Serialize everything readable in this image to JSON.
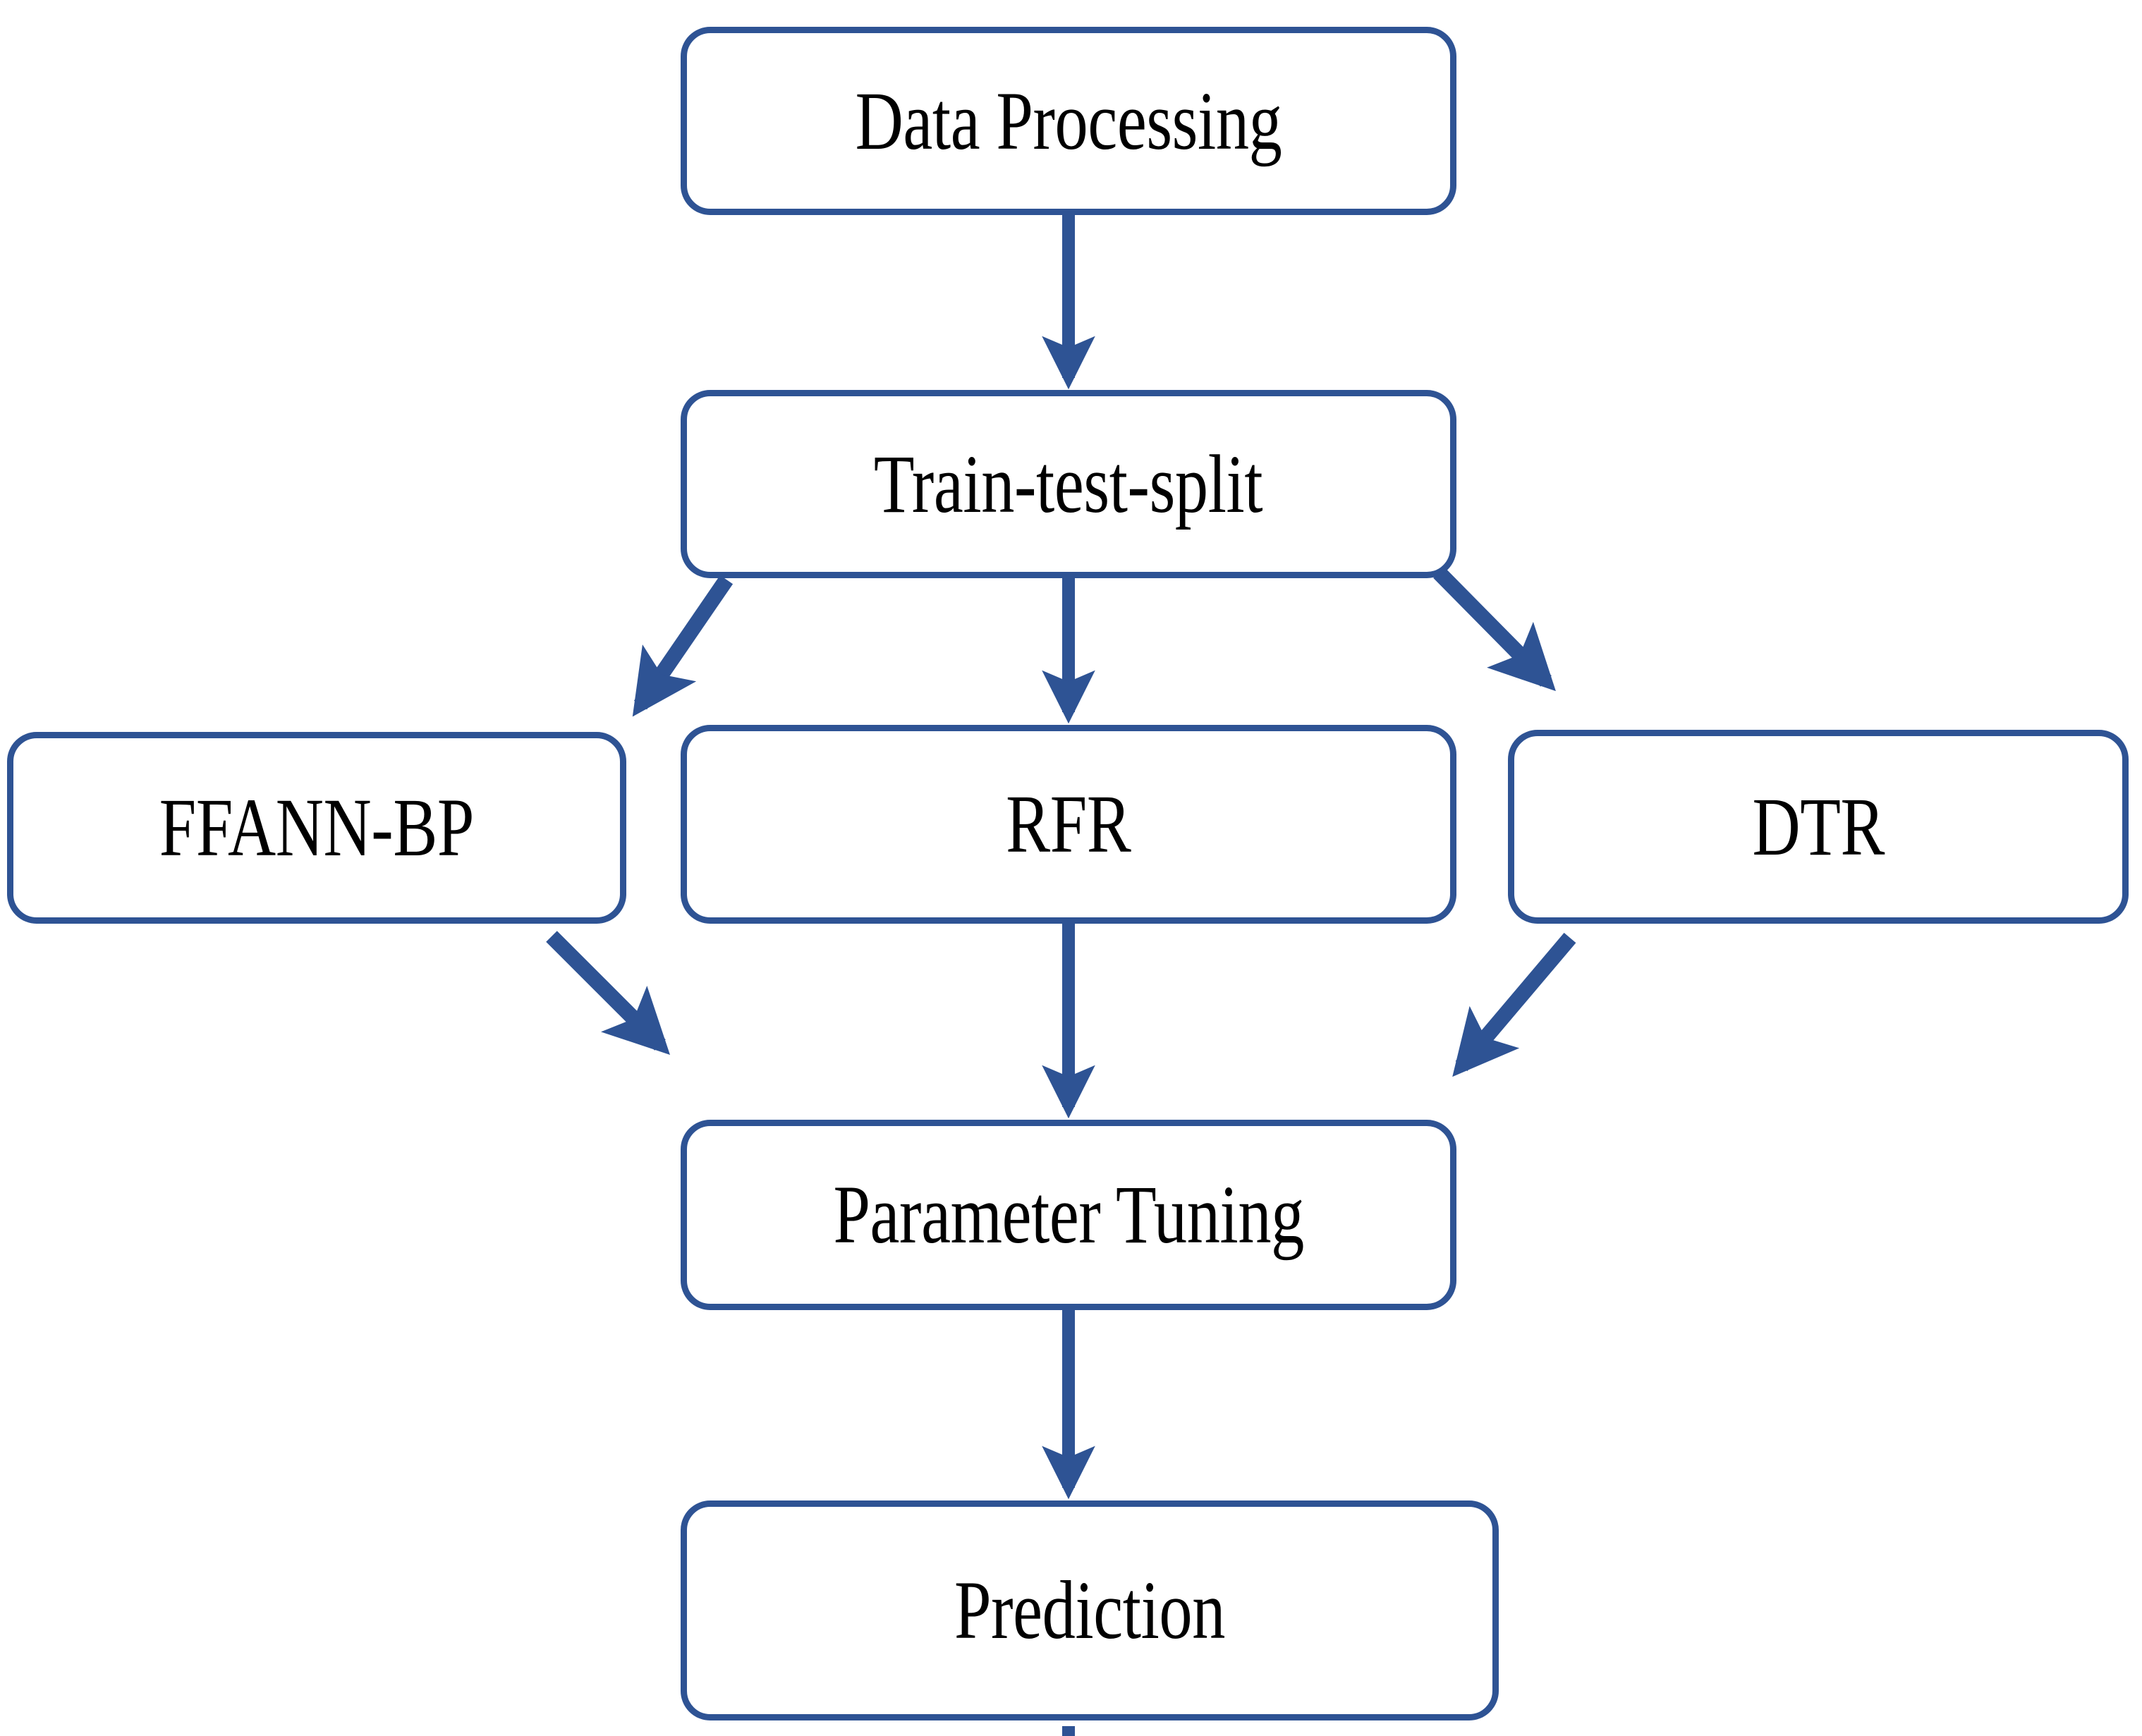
{
  "diagram": {
    "title": "Machine learning modelling workflow flowchart",
    "accent_color": "#2e5394",
    "text_color": "#000000",
    "background_color": "#ffffff",
    "nodes": [
      {
        "id": "data-processing",
        "label": "Data Processing"
      },
      {
        "id": "train-test-split",
        "label": "Train-test-split"
      },
      {
        "id": "ffann-bp",
        "label": "FFANN-BP"
      },
      {
        "id": "rfr",
        "label": "RFR"
      },
      {
        "id": "dtr",
        "label": "DTR"
      },
      {
        "id": "parameter-tuning",
        "label": "Parameter Tuning"
      },
      {
        "id": "prediction",
        "label": "Prediction"
      }
    ],
    "edges": [
      {
        "from": "data-processing",
        "to": "train-test-split",
        "kind": "arrow-down"
      },
      {
        "from": "train-test-split",
        "to": "ffann-bp",
        "kind": "arrow-down-left"
      },
      {
        "from": "train-test-split",
        "to": "rfr",
        "kind": "arrow-down"
      },
      {
        "from": "train-test-split",
        "to": "dtr",
        "kind": "arrow-down-right"
      },
      {
        "from": "ffann-bp",
        "to": "parameter-tuning",
        "kind": "arrow-down-right"
      },
      {
        "from": "rfr",
        "to": "parameter-tuning",
        "kind": "arrow-down"
      },
      {
        "from": "dtr",
        "to": "parameter-tuning",
        "kind": "arrow-down-left"
      },
      {
        "from": "parameter-tuning",
        "to": "prediction",
        "kind": "arrow-down"
      },
      {
        "from": "prediction",
        "to": "",
        "kind": "arrow-down-stub"
      }
    ]
  }
}
